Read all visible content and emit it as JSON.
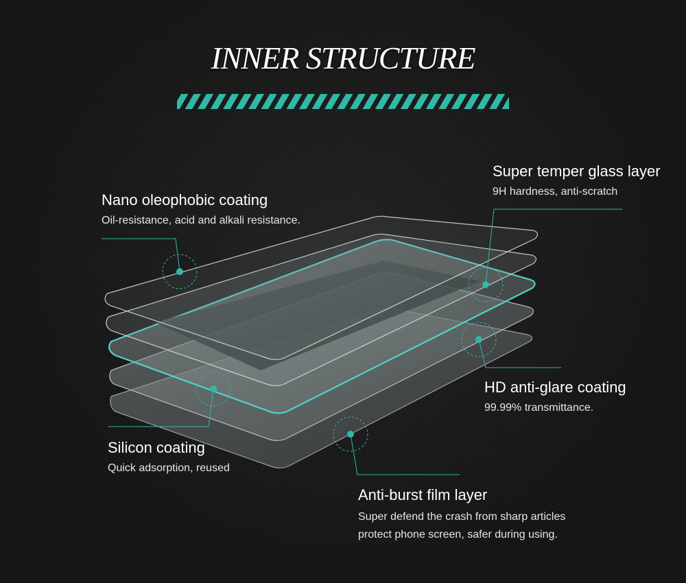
{
  "title": "INNER STRUCTURE",
  "colors": {
    "accent": "#31b8a8",
    "text": "#ffffff",
    "background": "#161616"
  },
  "layers": {
    "nano": {
      "title": "Nano oleophobic coating",
      "description": "Oil-resistance, acid and alkali resistance."
    },
    "super_temper": {
      "title": "Super temper glass layer",
      "description": "9H hardness, anti-scratch"
    },
    "hd_antiglare": {
      "title": "HD anti-glare coating",
      "description": "99.99% transmittance."
    },
    "silicon": {
      "title": "Silicon coating",
      "description": "Quick adsorption, reused"
    },
    "anti_burst": {
      "title": "Anti-burst film layer",
      "description_line1": "Super defend the crash from sharp articles",
      "description_line2": "protect phone screen, safer during using."
    }
  }
}
